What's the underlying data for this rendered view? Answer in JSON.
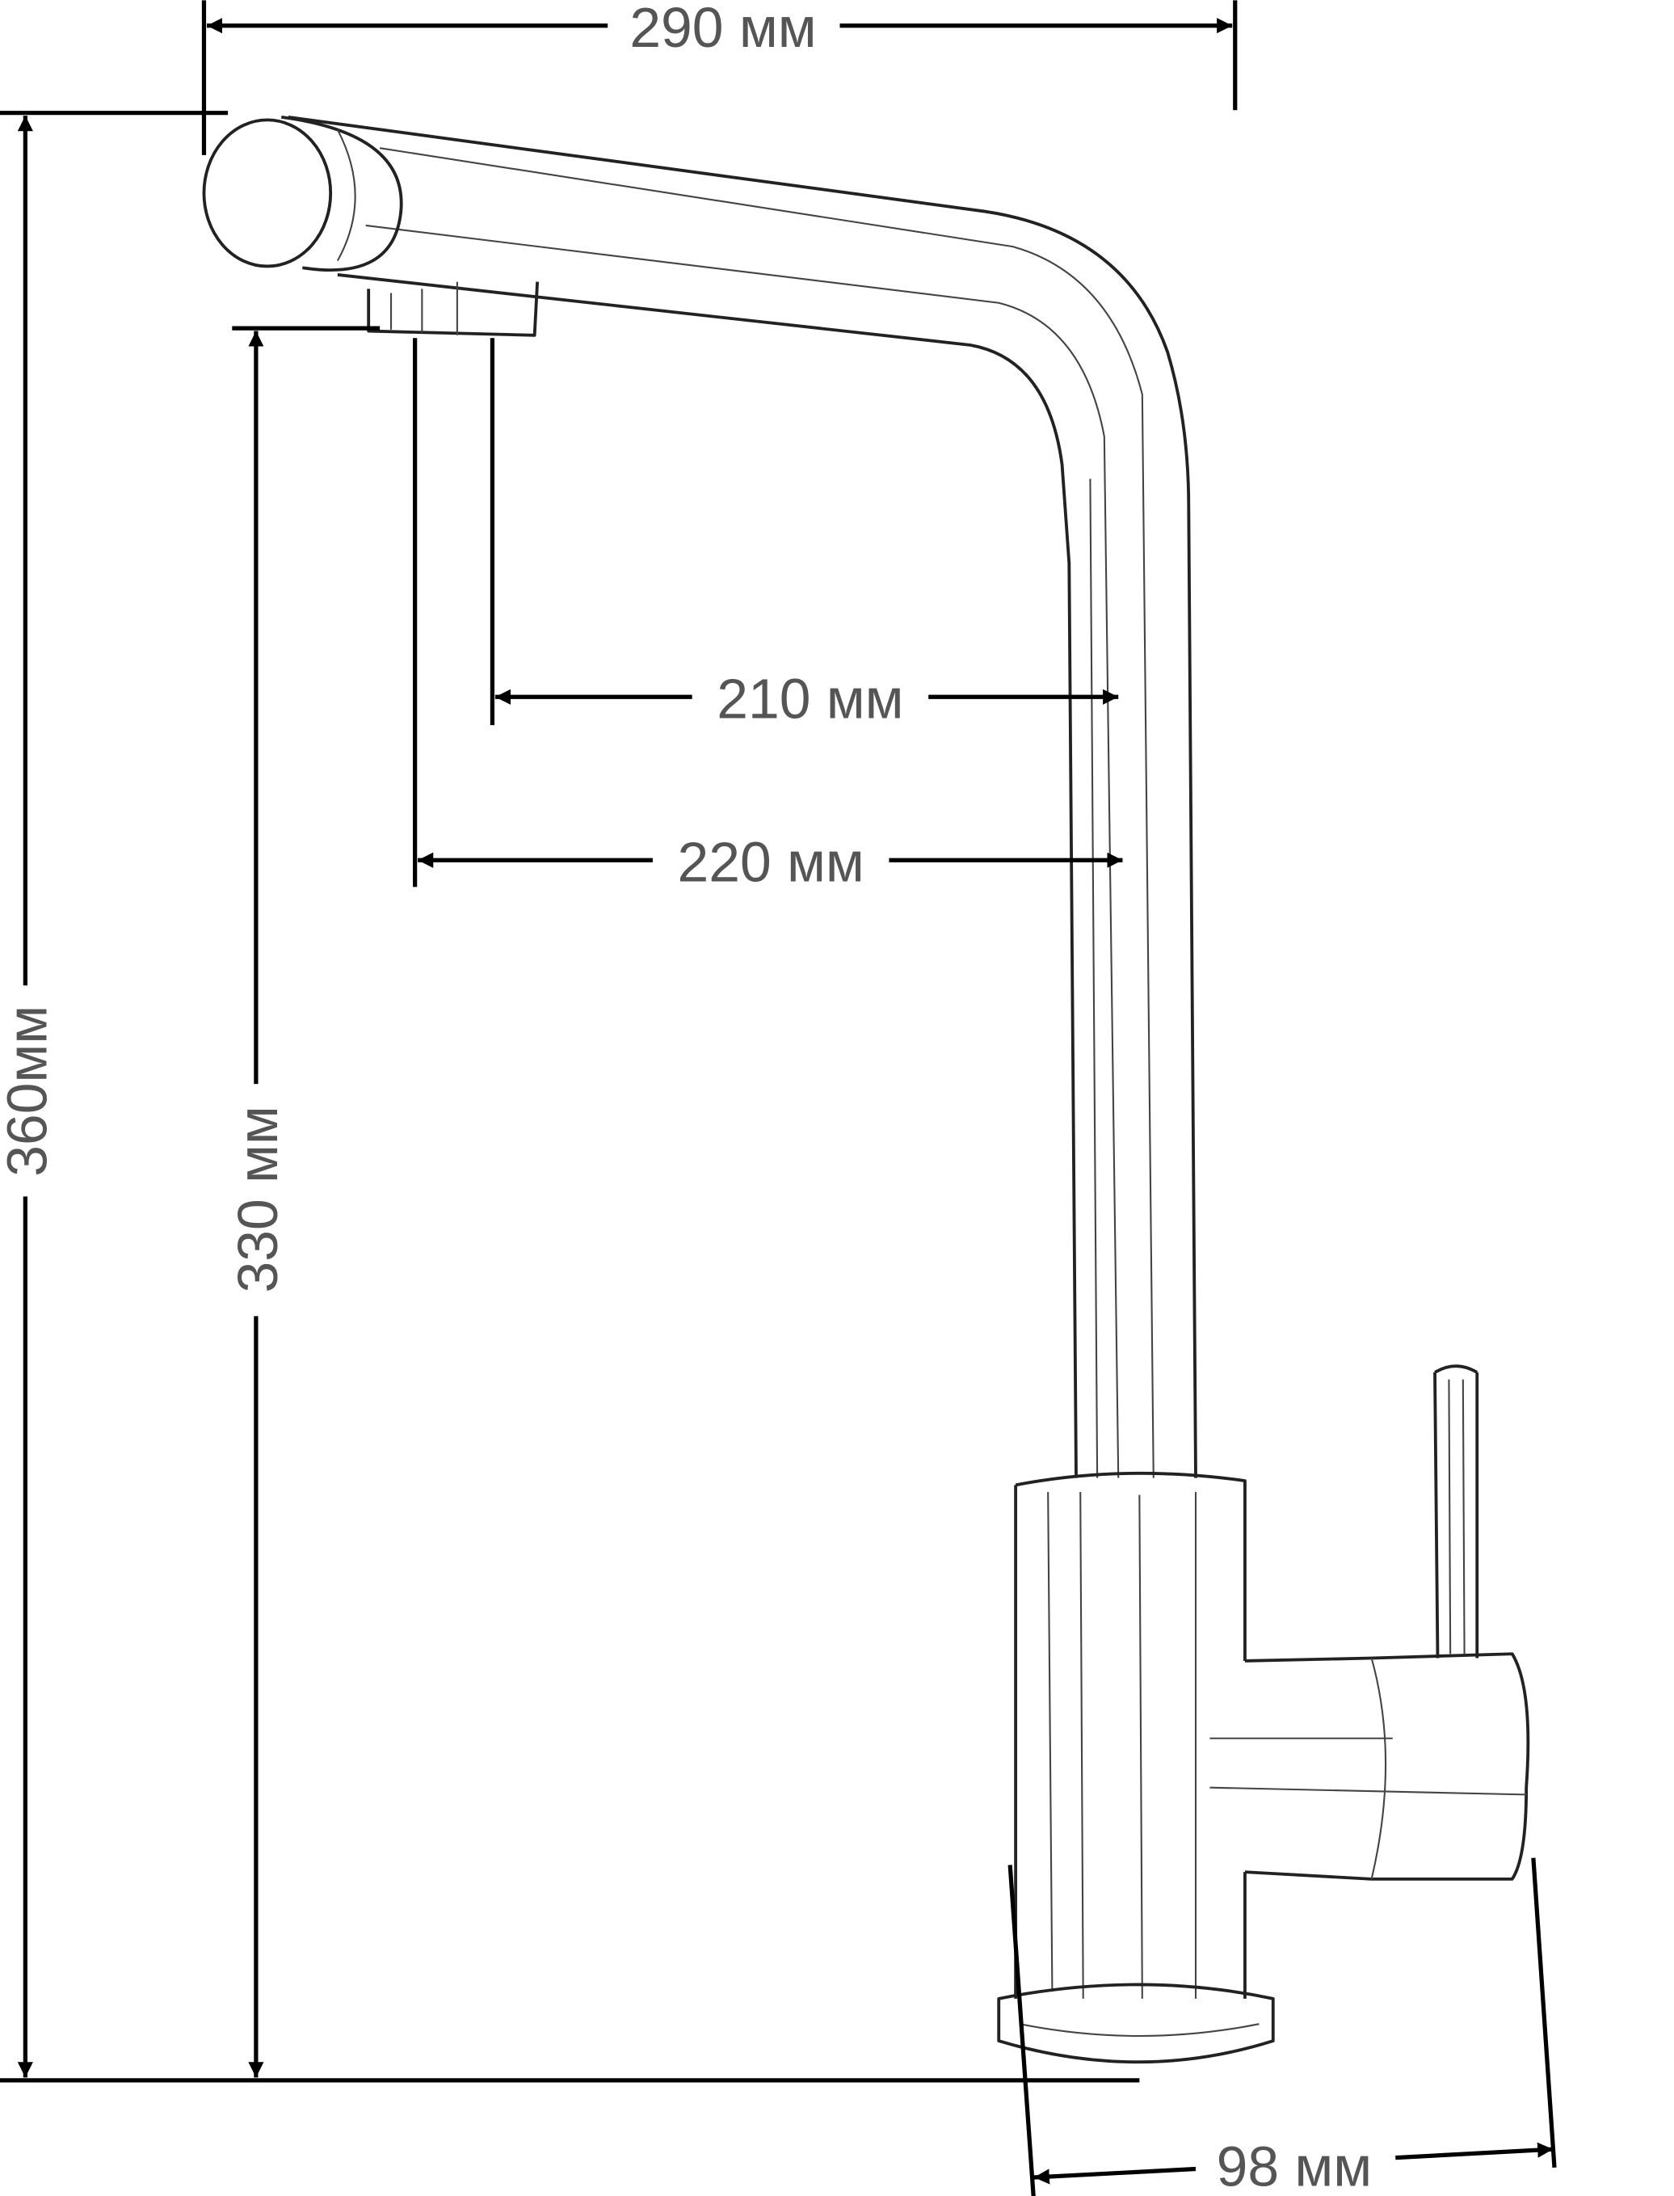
{
  "dimensions": {
    "total_reach": "290 мм",
    "total_height": "360мм",
    "spout_height": "330 мм",
    "reach_inner": "210 мм",
    "reach_outer": "220 мм",
    "base_depth": "98 мм"
  },
  "colors": {
    "line": "#000000",
    "label": "#555555"
  }
}
